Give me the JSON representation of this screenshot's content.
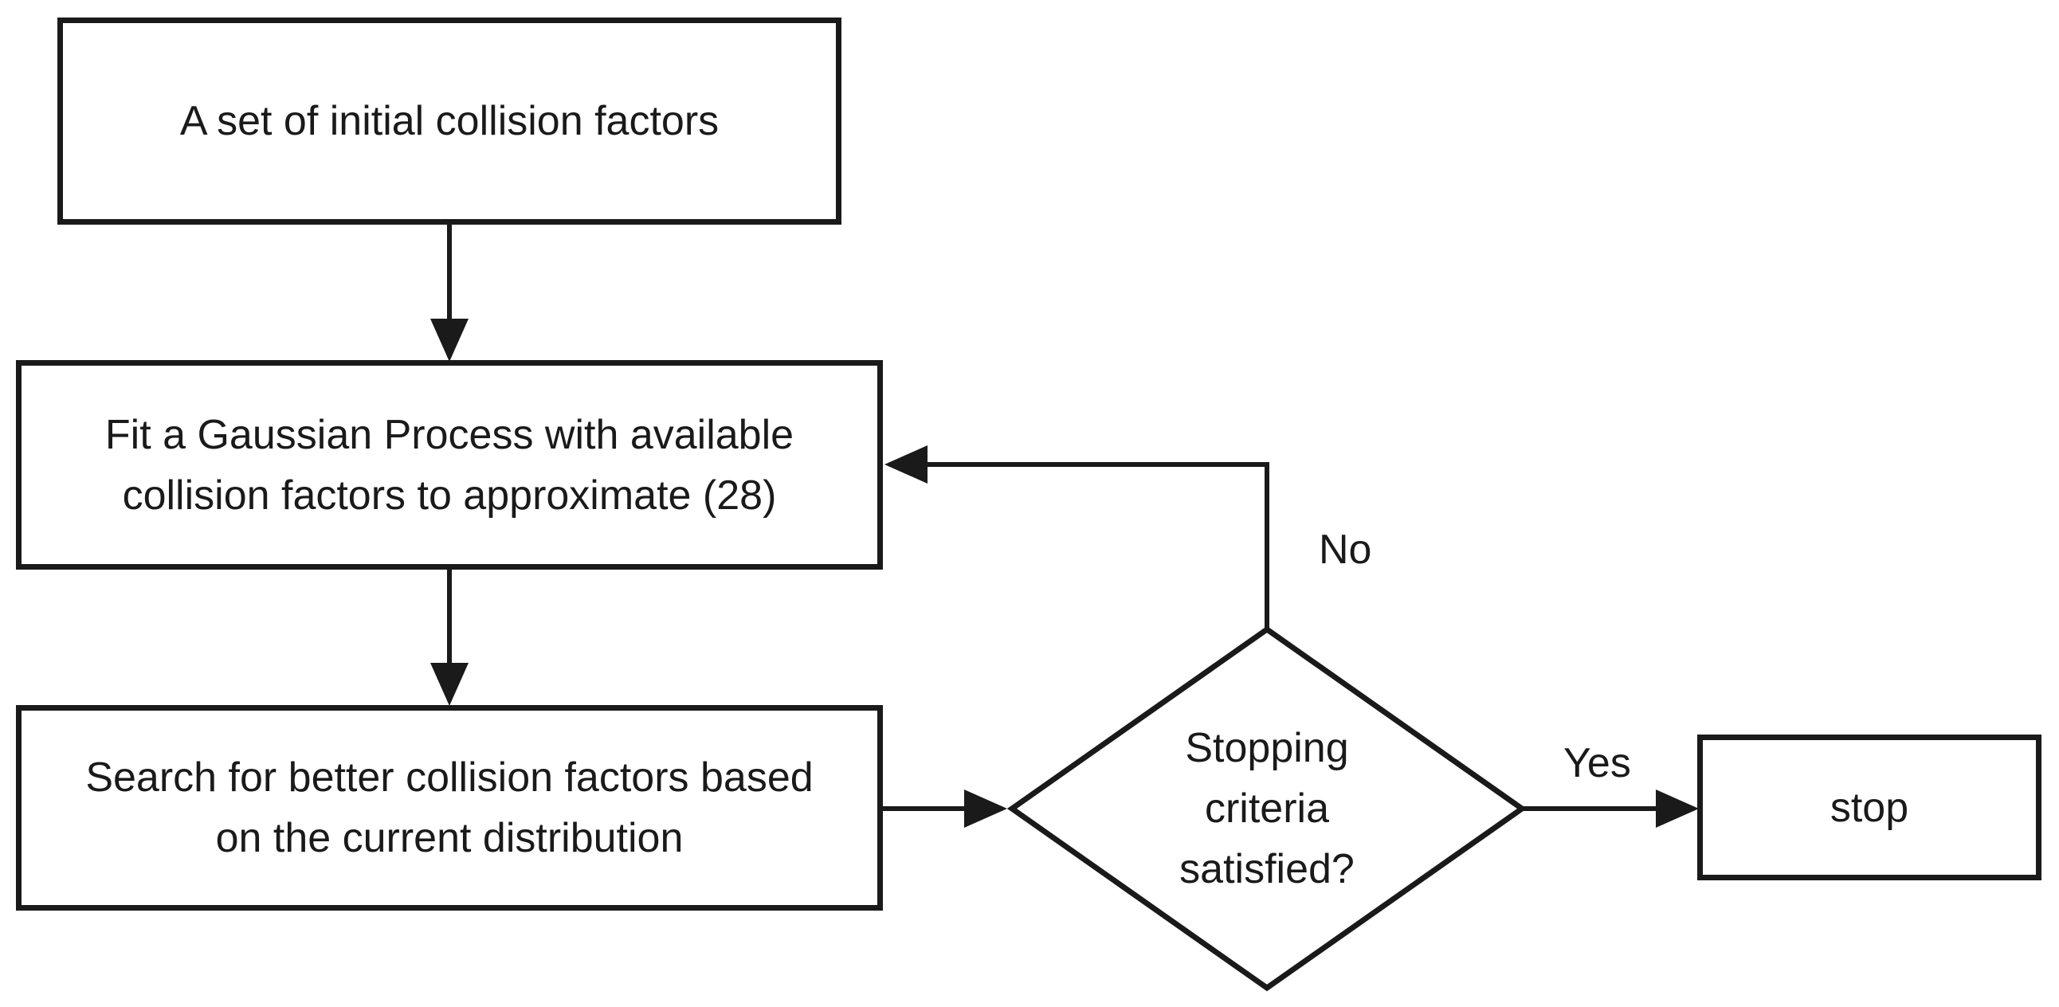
{
  "nodes": {
    "start": "A set of initial collision factors",
    "fit": "Fit a Gaussian Process with available\ncollision factors to approximate (28)",
    "search": "Search for better collision factors based\non the current distribution",
    "decision": "Stopping\ncriteria\nsatisfied?",
    "stop": "stop"
  },
  "edges": {
    "no_label": "No",
    "yes_label": "Yes"
  }
}
